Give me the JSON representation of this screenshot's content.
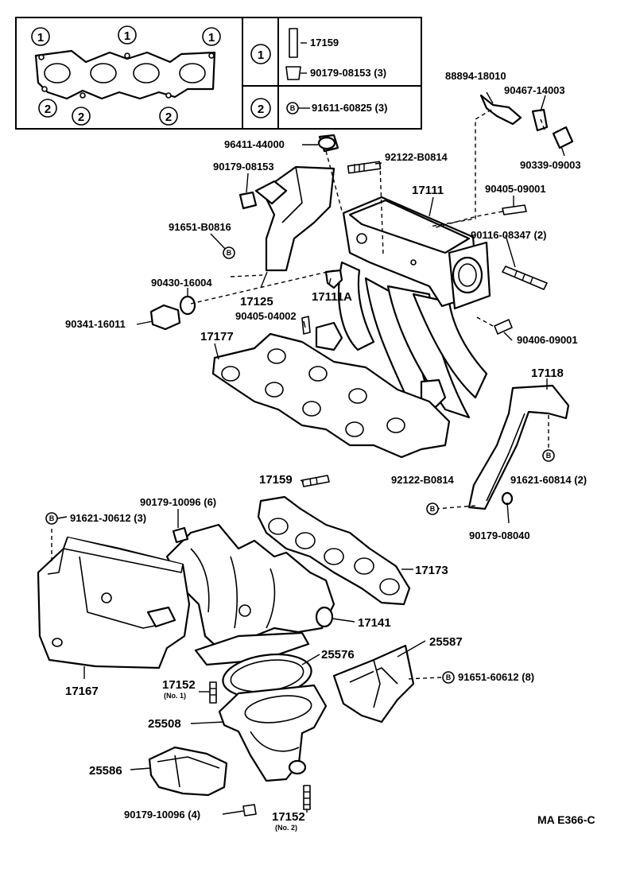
{
  "legend": {
    "markers": [
      "1",
      "1",
      "1",
      "2",
      "2",
      "2"
    ],
    "rows": [
      {
        "mark": "1",
        "parts": [
          "17159",
          "90179-08153 (3)"
        ]
      },
      {
        "mark": "2",
        "parts": [
          "91611-60825 (3)"
        ],
        "symbol": "B"
      }
    ]
  },
  "bolt_symbol": "B",
  "parts": {
    "p88894_18010": "88894-18010",
    "p90467_14003": "90467-14003",
    "p90339_09003": "90339-09003",
    "p96411_44000": "96411-44000",
    "p92122_B0814_top": "92122-B0814",
    "p90179_08153": "90179-08153",
    "p17111": "17111",
    "p90405_09001": "90405-09001",
    "p91651_B0816": "91651-B0816",
    "p90116_08347": "90116-08347 (2)",
    "p90430_16004": "90430-16004",
    "p17125": "17125",
    "p17111A": "17111A",
    "p90341_16011": "90341-16011",
    "p90405_04002": "90405-04002",
    "p90406_09001": "90406-09001",
    "p17177": "17177",
    "p17118": "17118",
    "p17159": "17159",
    "p92122_B0814_mid": "92122-B0814",
    "p91621_60814": "91621-60814 (2)",
    "p90179_10096_6": "90179-10096 (6)",
    "p91621_J0612": "91621-J0612 (3)",
    "p90179_08040": "90179-08040",
    "p17173": "17173",
    "p17141": "17141",
    "p25587": "25587",
    "p25576": "25576",
    "p17167": "17167",
    "p17152_no1": "17152",
    "p17152_no1_sub": "(No. 1)",
    "p91651_60612": "91651-60612 (8)",
    "p25508": "25508",
    "p25586": "25586",
    "p90179_10096_4": "90179-10096 (4)",
    "p17152_no2": "17152",
    "p17152_no2_sub": "(No. 2)"
  },
  "figure_code": "MA E366-C"
}
